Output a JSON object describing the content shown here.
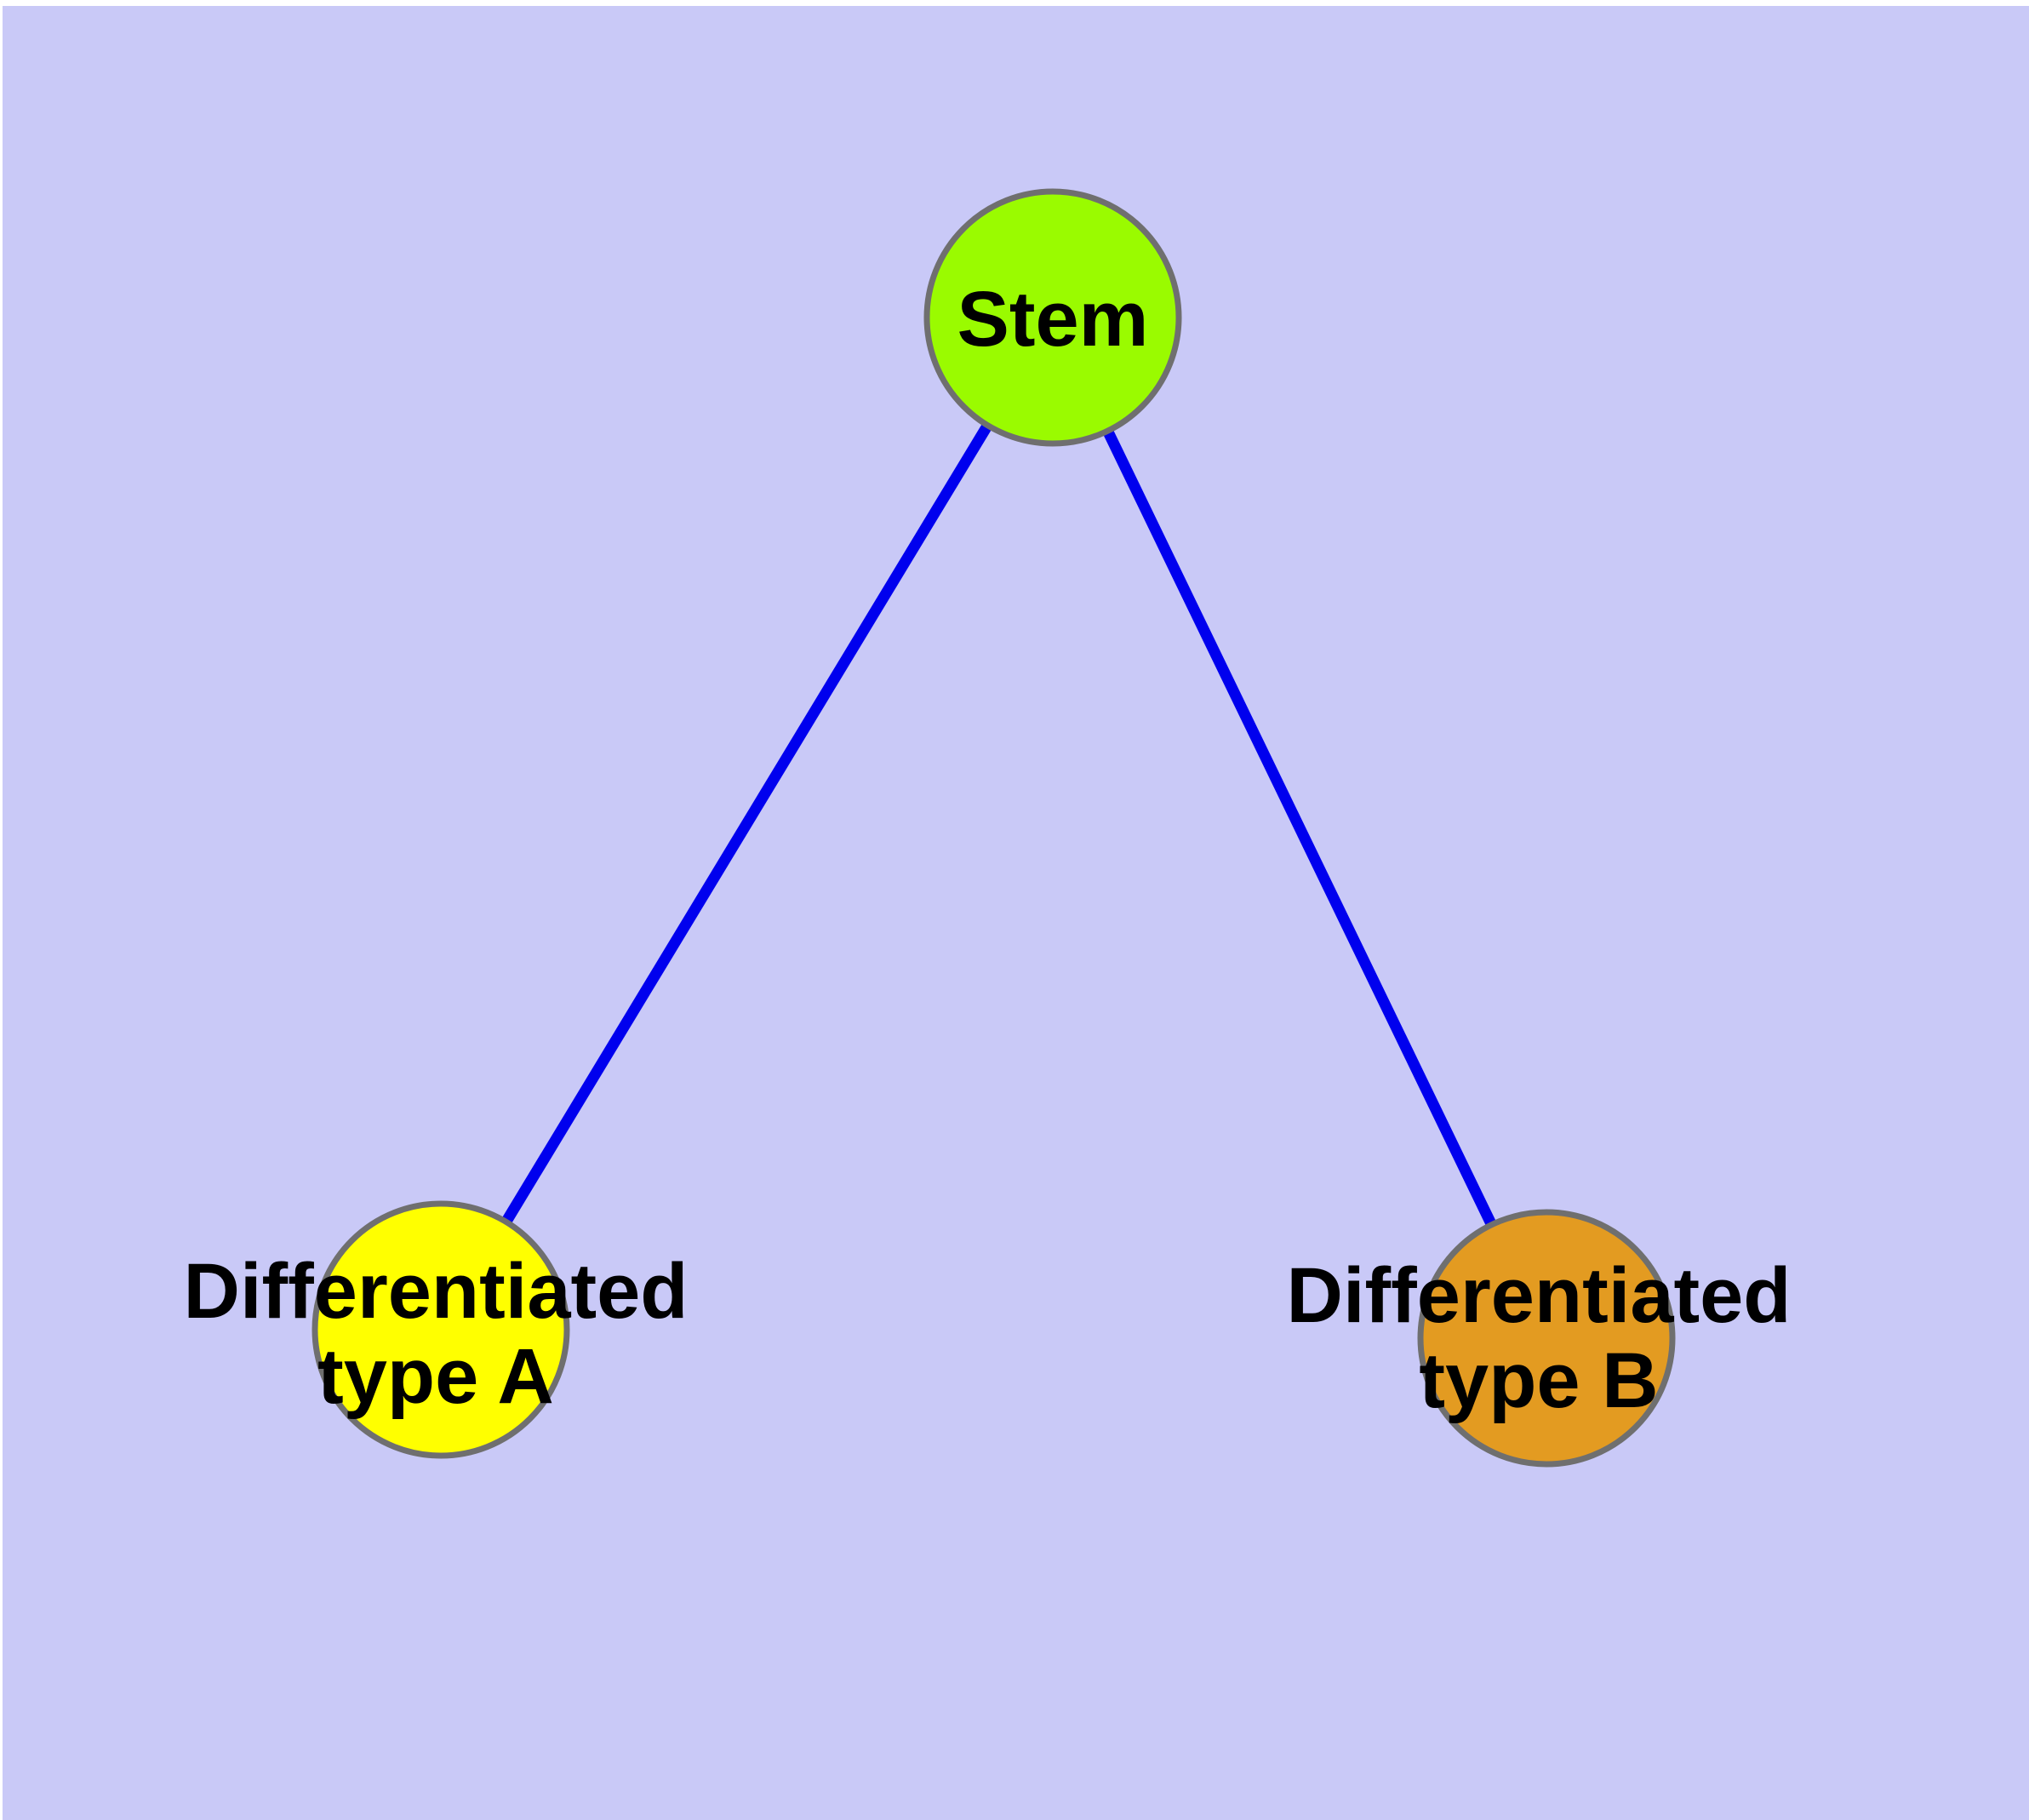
{
  "figure": {
    "margin_color": "#FFFFFF",
    "background": "#C9C9F7",
    "label_color": "#000000"
  },
  "nodes": {
    "stem": {
      "label": "Stem",
      "fill": "#9AFB00",
      "border": "#6F6F6F"
    },
    "type_a": {
      "label": "Differentiated\ntype A",
      "fill": "#FFFF00",
      "border": "#6F6F6F"
    },
    "type_b": {
      "label": "Differentiated\ntype B",
      "fill": "#E39B21",
      "border": "#6F6F6F"
    }
  },
  "edges": {
    "color": "#0000EE",
    "list": [
      {
        "from": "Stem",
        "to": "Differentiated type A"
      },
      {
        "from": "Stem",
        "to": "Differentiated type B"
      }
    ]
  }
}
